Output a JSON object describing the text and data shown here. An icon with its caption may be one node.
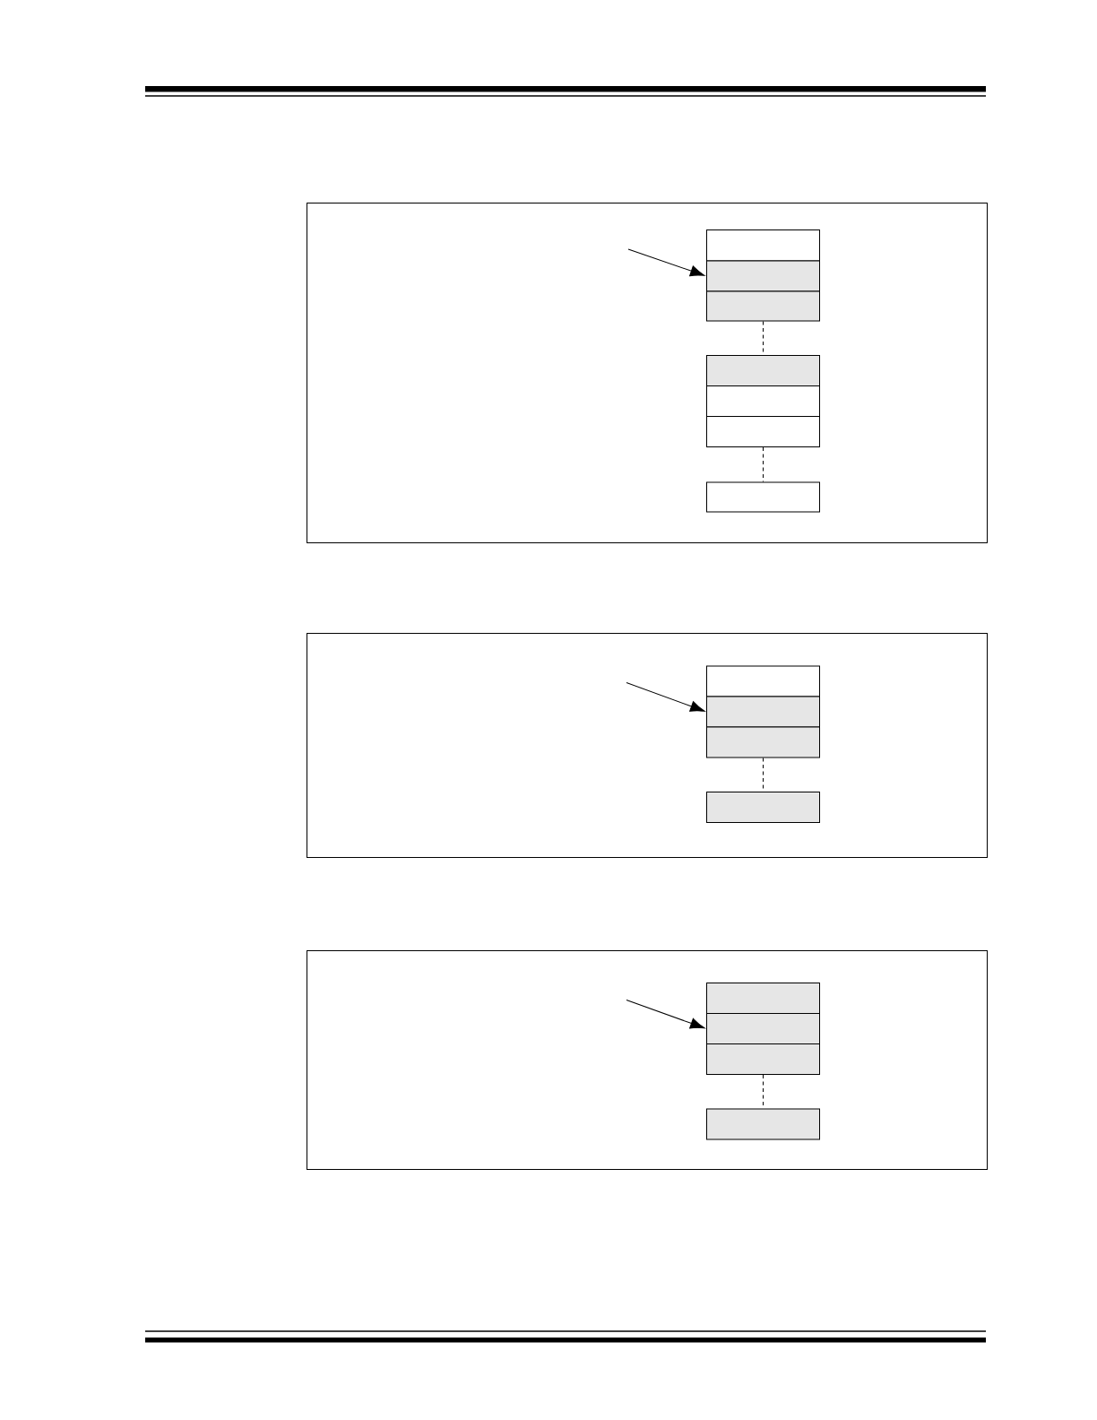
{
  "diagram": {
    "nodes": [
      {
        "text": [],
        "shape": "box"
      },
      {
        "text": [],
        "shape": "box",
        "in": 0
      },
      {
        "text": [],
        "shape": "box",
        "in": 0
      },
      {
        "text": [],
        "shape": "box",
        "in": 0
      },
      {
        "text": [],
        "shape": "box",
        "in": 0
      },
      {
        "text": [],
        "shape": "box",
        "in": 0
      },
      {
        "text": [],
        "shape": "box",
        "in": 0
      },
      {
        "text": [],
        "shape": "box",
        "in": 0
      },
      {
        "text": [],
        "shape": "box"
      },
      {
        "text": [],
        "shape": "box",
        "in": 8
      },
      {
        "text": [],
        "shape": "box",
        "in": 8
      },
      {
        "text": [],
        "shape": "box",
        "in": 8
      },
      {
        "text": [],
        "shape": "box",
        "in": 8
      },
      {
        "text": [],
        "shape": "box"
      },
      {
        "text": [],
        "shape": "box",
        "in": 13
      },
      {
        "text": [],
        "shape": "box",
        "in": 13
      },
      {
        "text": [],
        "shape": "box",
        "in": 13
      },
      {
        "text": [],
        "shape": "box",
        "in": 13
      }
    ],
    "edges": [
      {
        "from": null,
        "to": 2,
        "arrow": "to"
      },
      {
        "from": 3,
        "to": 4,
        "arrow": "none",
        "style": "dashed"
      },
      {
        "from": 6,
        "to": 7,
        "arrow": "none",
        "style": "dashed"
      },
      {
        "from": null,
        "to": 10,
        "arrow": "to"
      },
      {
        "from": 11,
        "to": 12,
        "arrow": "none",
        "style": "dashed"
      },
      {
        "from": null,
        "to": 15,
        "arrow": "to"
      },
      {
        "from": 16,
        "to": 17,
        "arrow": "none",
        "style": "dashed"
      }
    ]
  }
}
